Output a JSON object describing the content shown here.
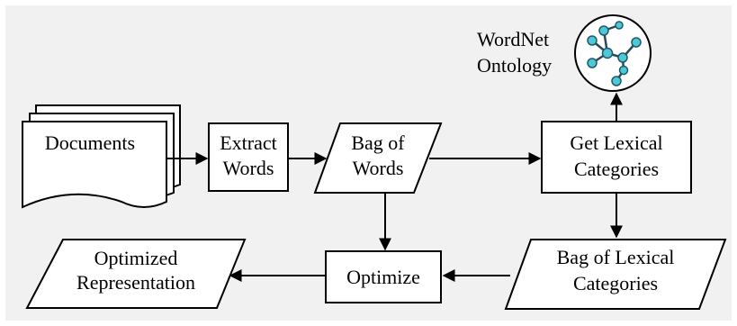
{
  "diagram": {
    "nodes": {
      "documents": "Documents",
      "extract_words": [
        "Extract",
        "Words"
      ],
      "bag_of_words": [
        "Bag of",
        "Words"
      ],
      "get_lexical_categories": [
        "Get Lexical",
        "Categories"
      ],
      "wordnet_ontology": [
        "WordNet",
        "Ontology"
      ],
      "bag_of_lexical_categories": [
        "Bag of Lexical",
        "Categories"
      ],
      "optimize": "Optimize",
      "optimized_representation": [
        "Optimized",
        "Representation"
      ]
    },
    "colors": {
      "background": "#f1f1f1",
      "stroke": "#000000",
      "node_fill": "#ffffff",
      "network_node": "#4dc8d8"
    }
  }
}
